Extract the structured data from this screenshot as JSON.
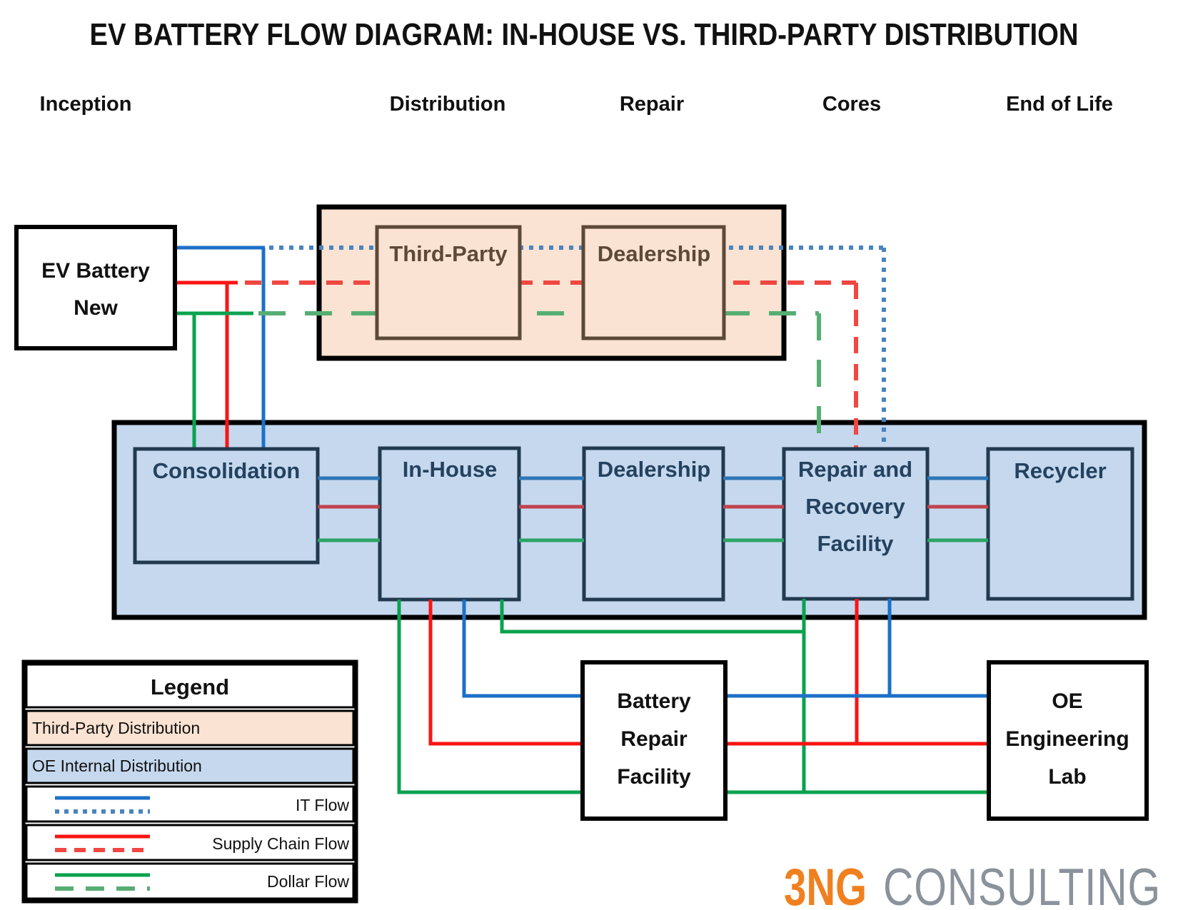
{
  "title": "EV BATTERY FLOW DIAGRAM: IN-HOUSE VS. THIRD-PARTY DISTRIBUTION",
  "column_headers": [
    "Inception",
    "Distribution",
    "Repair",
    "Cores",
    "End of Life"
  ],
  "nodes": {
    "ev_battery_new": {
      "line1": "EV Battery",
      "line2": "New"
    },
    "third_party": {
      "label": "Third-Party"
    },
    "dealership_third_party": {
      "label": "Dealership"
    },
    "consolidation": {
      "label": "Consolidation"
    },
    "in_house": {
      "label": "In-House"
    },
    "dealership_oe": {
      "label": "Dealership"
    },
    "repair_recovery": {
      "line1": "Repair and",
      "line2": "Recovery",
      "line3": "Facility"
    },
    "recycler": {
      "label": "Recycler"
    },
    "battery_repair": {
      "line1": "Battery",
      "line2": "Repair",
      "line3": "Facility"
    },
    "oe_lab": {
      "line1": "OE",
      "line2": "Engineering",
      "line3": "Lab"
    }
  },
  "legend": {
    "title": "Legend",
    "items": [
      {
        "label": "Third-Party Distribution",
        "swatch": "#FAE3D2"
      },
      {
        "label": "OE Internal Distribution",
        "swatch": "#C5D8EE"
      },
      {
        "label": "IT Flow"
      },
      {
        "label": "Supply Chain Flow"
      },
      {
        "label": "Dollar Flow"
      }
    ]
  },
  "logo": {
    "brand": "3NG",
    "suffix": "CONSULTING"
  },
  "colors": {
    "flow_blue": "#1C70C8",
    "flow_blue_dotted": "#4A84BE",
    "flow_red": "#FA1414",
    "flow_red_dashed": "#F04740",
    "flow_green": "#0AA24E",
    "flow_green_dashed": "#57AE73",
    "link_blue": "#2E75B6",
    "link_red": "#C0424C",
    "link_green": "#2CA466",
    "third_party_fill": "#FAE3D2",
    "third_party_border": "#5D4938",
    "third_party_text": "#5D4938",
    "oe_fill": "#C5D8EE",
    "oe_border": "#22394F",
    "oe_text": "#24425F",
    "outline_black": "#000000",
    "logo_orange": "#F0801F",
    "logo_gray": "#8A929B",
    "text_black": "#111111"
  }
}
